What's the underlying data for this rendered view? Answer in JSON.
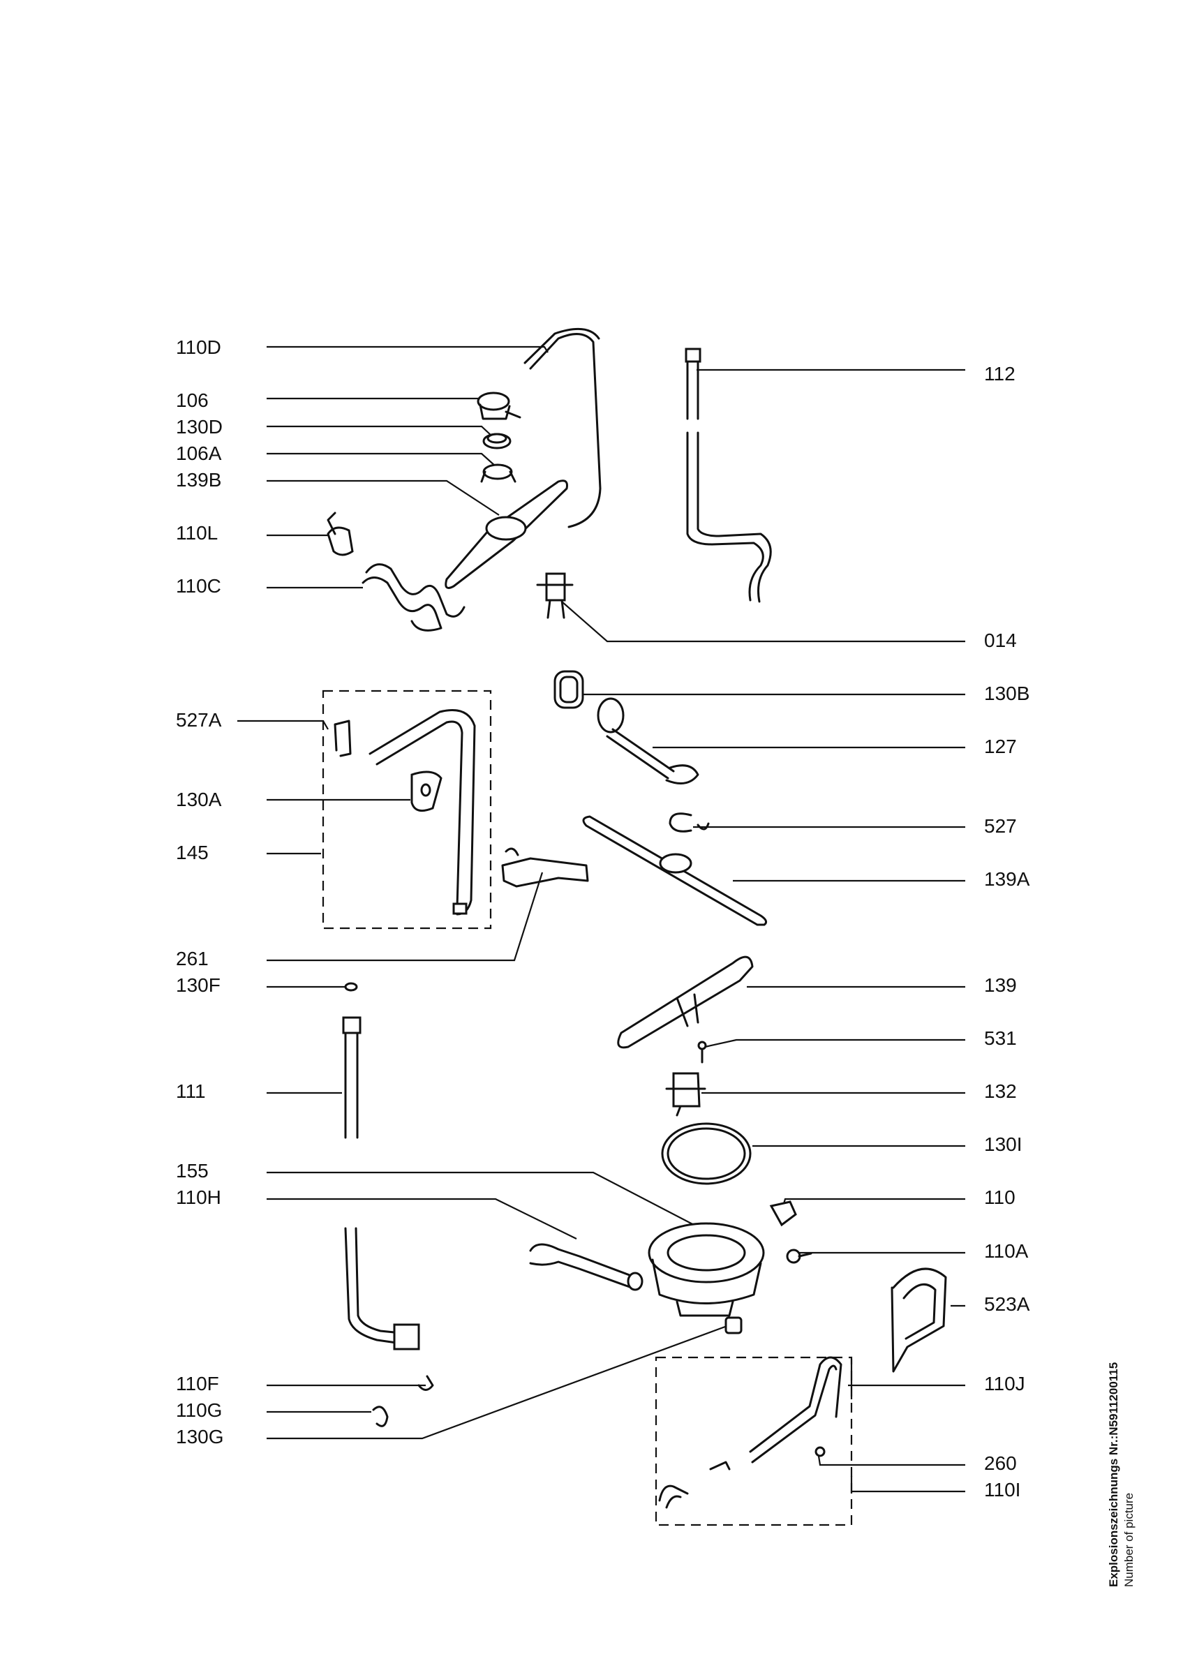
{
  "labels": {
    "l110D": "110D",
    "l106": "106",
    "l130D": "130D",
    "l106A": "106A",
    "l139B": "139B",
    "l110L": "110L",
    "l110C": "110C",
    "l112": "112",
    "l014": "014",
    "l130B": "130B",
    "l127": "127",
    "l527": "527",
    "l139A": "139A",
    "l527A": "527A",
    "l130A": "130A",
    "l145": "145",
    "l261": "261",
    "l130F": "130F",
    "l139": "139",
    "l531": "531",
    "l111": "111",
    "l132": "132",
    "l130I": "130I",
    "l155": "155",
    "l110H": "110H",
    "l110": "110",
    "l110A": "110A",
    "l523A": "523A",
    "l110F": "110F",
    "l110J": "110J",
    "l110G": "110G",
    "l130G": "130G",
    "l260": "260",
    "l110I": "110I"
  },
  "sidebar": {
    "drawing_number": "Explosionszeichnungs Nr.:N5911200115",
    "caption": "Number of picture"
  }
}
